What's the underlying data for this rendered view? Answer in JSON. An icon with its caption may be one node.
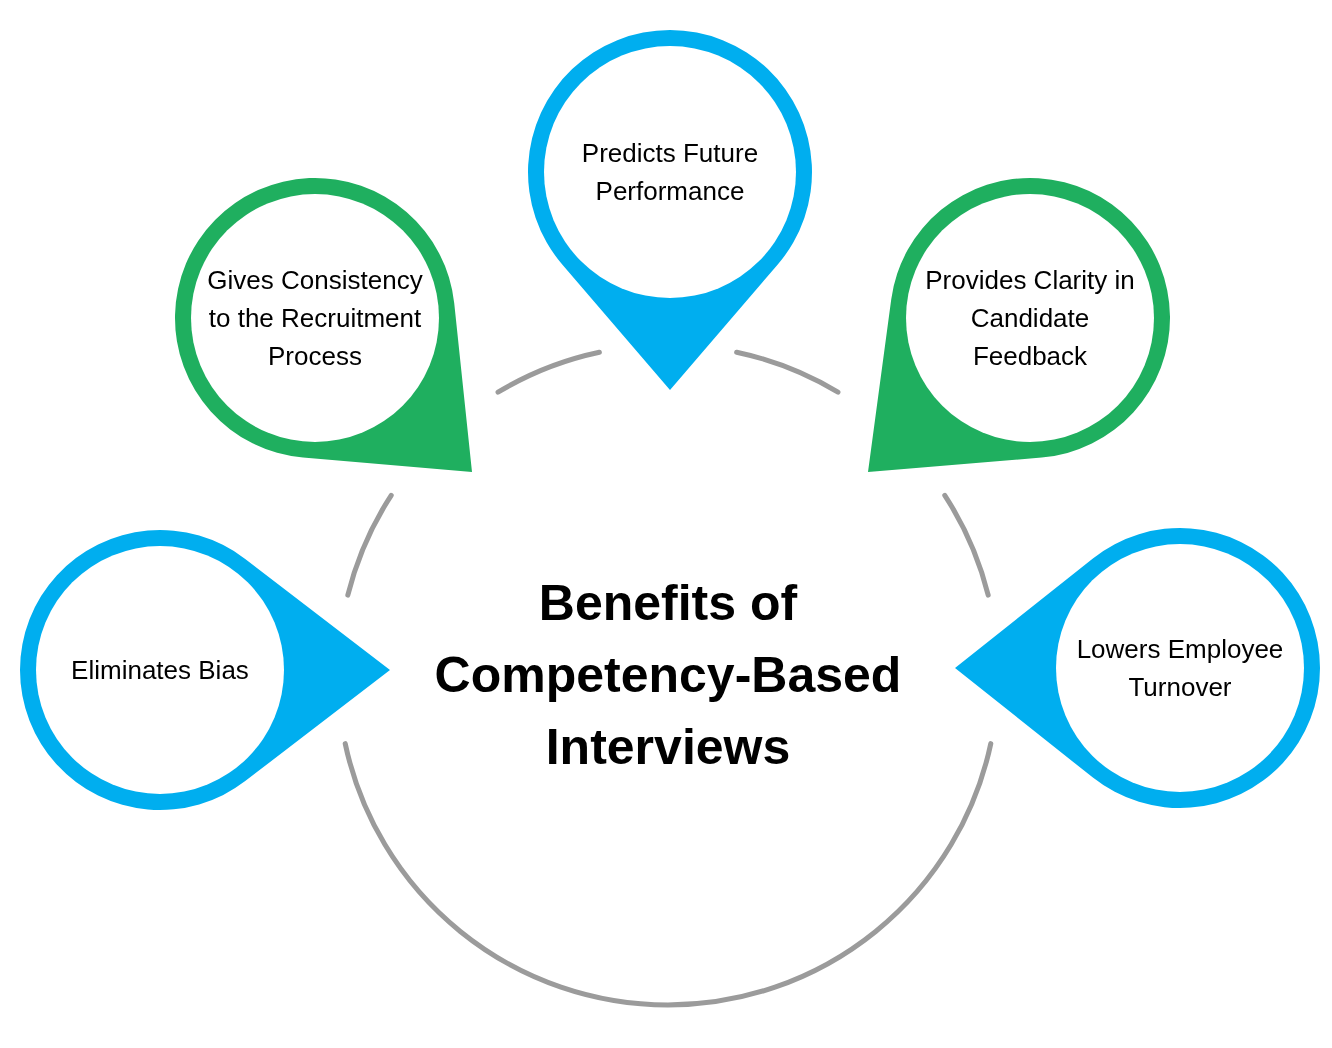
{
  "diagram": {
    "nodes": [
      {
        "text": [
          "Benefits of Competency-Based Interviews"
        ]
      },
      {
        "text": [
          "Eliminates Bias"
        ]
      },
      {
        "text": [
          "Gives Consistency to the Recruitment Process"
        ]
      },
      {
        "text": [
          "Predicts Future Performance"
        ]
      },
      {
        "text": [
          "Provides Clarity in Candidate Feedback"
        ]
      },
      {
        "text": [
          "Lowers Employee Turnover"
        ]
      }
    ]
  }
}
